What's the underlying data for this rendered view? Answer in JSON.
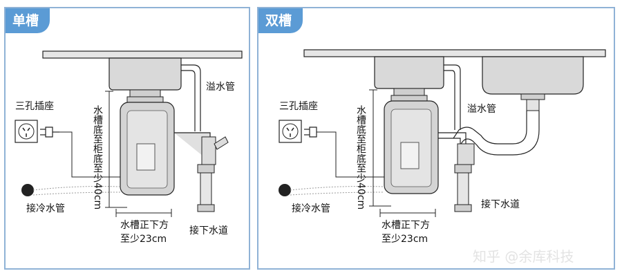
{
  "colors": {
    "accent": "#5b9bd5",
    "border": "#8fb2d6",
    "line": "#222222",
    "gray": "#cfcfcf"
  },
  "single": {
    "tag": "单槽",
    "socket_label": "三孔插座",
    "overflow_label": "溢水管",
    "height_label": "水槽底至柜底至少40cm",
    "cold_water_label": "接冷水管",
    "drain_label": "接下水道",
    "distance_label_1": "水槽正下方",
    "distance_label_2": "至少23cm"
  },
  "double": {
    "tag": "双槽",
    "socket_label": "三孔插座",
    "overflow_label": "溢水管",
    "height_label": "水槽底至柜底至少40cm",
    "cold_water_label": "接冷水管",
    "drain_label": "接下水道",
    "distance_label_1": "水槽正下方",
    "distance_label_2": "至少23cm"
  },
  "watermark": "知乎 @余库科技"
}
